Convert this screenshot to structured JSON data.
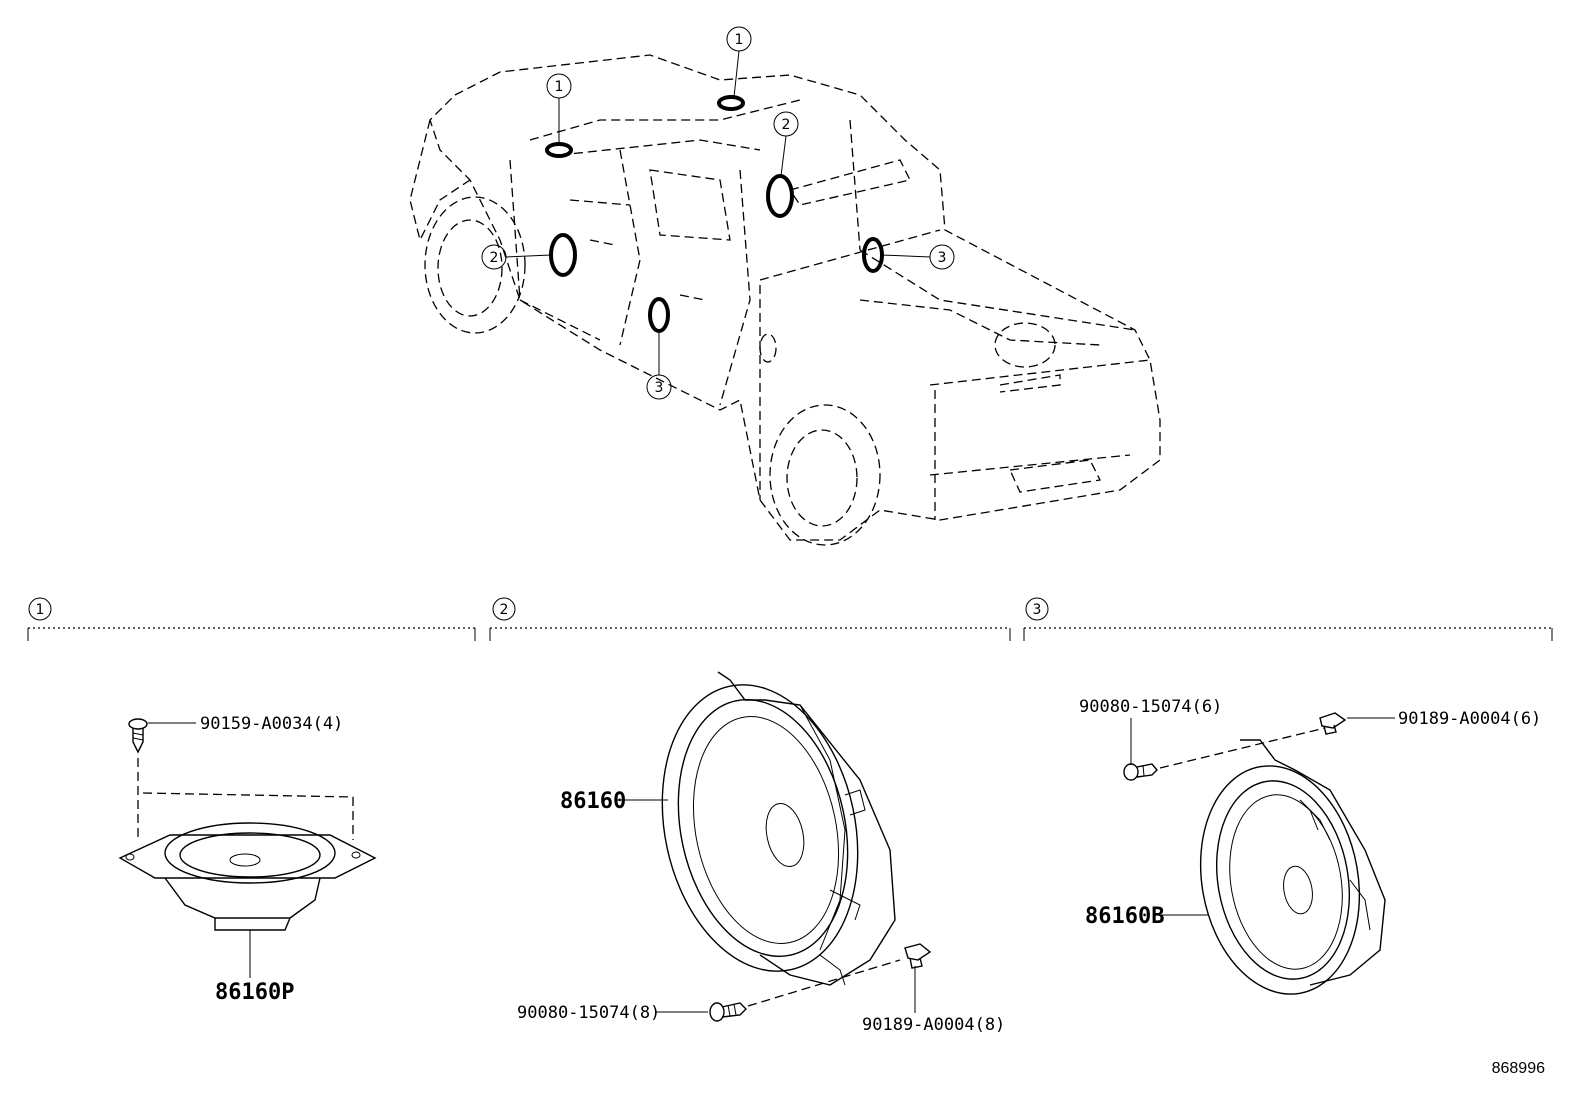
{
  "callouts": {
    "c1": "1",
    "c2": "2",
    "c3": "3"
  },
  "sections": [
    {
      "label": "1"
    },
    {
      "label": "2"
    },
    {
      "label": "3"
    }
  ],
  "parts": {
    "screw_tweeter": "90159-A0034(4)",
    "tweeter": "86160P",
    "front_speaker": "86160",
    "front_screw": "90080-15074(8)",
    "front_nut": "90189-A0004(8)",
    "rear_screw": "90080-15074(6)",
    "rear_nut": "90189-A0004(6)",
    "rear_speaker": "86160B"
  },
  "illustration_id": "868996"
}
